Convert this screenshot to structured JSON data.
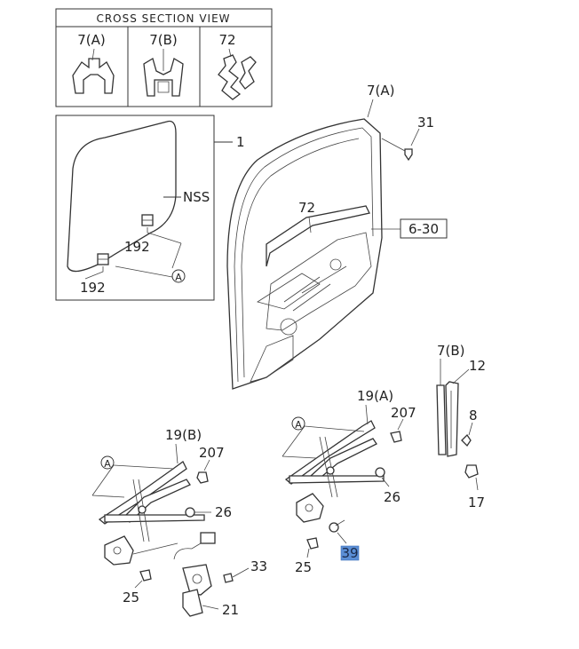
{
  "cross_section": {
    "title": "CROSS SECTION VIEW",
    "cells": [
      "7(A)",
      "7(B)",
      "72"
    ]
  },
  "labels": {
    "glass": "1",
    "nss": "NSS",
    "clip_upper": "192",
    "clip_lower": "192",
    "ref_a_glass": "A",
    "weatherstrip_top": "7(A)",
    "screw_31": "31",
    "channel_72": "72",
    "ref_box": "6-30",
    "run_7b": "7(B)",
    "run_12": "12",
    "bolt_8": "8",
    "bolt_17": "17",
    "reg_b": "19(B)",
    "bolt_207_left": "207",
    "nut_26_left": "26",
    "bolt_25_left": "25",
    "screw_33": "33",
    "motor_21": "21",
    "ref_a_left": "A",
    "reg_a": "19(A)",
    "bolt_207_right": "207",
    "nut_26_right": "26",
    "bolt_25_right": "25",
    "ref_a_right": "A",
    "handle_39": "39"
  },
  "colors": {
    "highlight": "#5b8fd6",
    "line": "#333333"
  }
}
